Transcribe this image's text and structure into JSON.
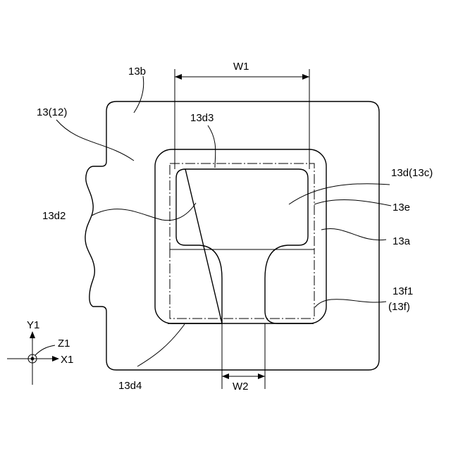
{
  "labels": {
    "w1": "W1",
    "w2": "W2",
    "l13b": "13b",
    "l13_12": "13(12)",
    "l13d3": "13d3",
    "l13d_13c": "13d(13c)",
    "l13d2": "13d2",
    "l13e": "13e",
    "l13a": "13a",
    "l13f1": "13f1",
    "l13f": "(13f)",
    "l13d4": "13d4",
    "y1": "Y1",
    "z1": "Z1",
    "x1": "X1"
  }
}
